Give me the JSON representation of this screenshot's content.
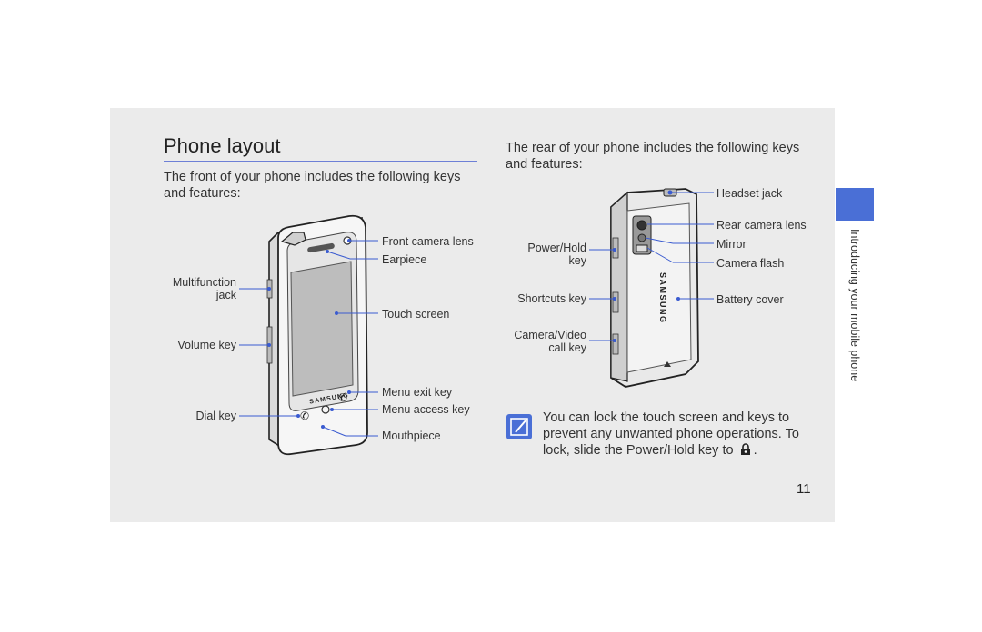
{
  "page": {
    "title": "Phone layout",
    "front_intro": "The front of your phone includes the following keys and features:",
    "rear_intro": "The rear of your phone includes the following keys and features:",
    "section_tab": "Introducing your mobile phone",
    "page_number": "11"
  },
  "front_labels": {
    "front_camera_lens": "Front camera lens",
    "earpiece": "Earpiece",
    "touch_screen": "Touch screen",
    "menu_exit_key": "Menu exit key",
    "menu_access_key": "Menu access key",
    "mouthpiece": "Mouthpiece",
    "multifunction_line1": "Multifunction",
    "multifunction_line2": "jack",
    "volume_key": "Volume key",
    "dial_key": "Dial key"
  },
  "rear_labels": {
    "headset_jack": "Headset jack",
    "rear_camera_lens": "Rear camera lens",
    "mirror": "Mirror",
    "camera_flash": "Camera flash",
    "battery_cover": "Battery cover",
    "power_hold_line1": "Power/Hold",
    "power_hold_line2": "key",
    "shortcuts_key": "Shortcuts key",
    "camera_video_line1": "Camera/Video",
    "camera_video_line2": "call key"
  },
  "brand": {
    "front_logo": "SAMSUNG",
    "rear_logo": "SAMSUNG"
  },
  "note": {
    "text": "You can lock the touch screen and keys to prevent any unwanted phone operations. To lock, slide the Power/Hold key to",
    "trailing": ".",
    "icon": "note-pencil-icon",
    "lock_icon": "padlock-icon"
  },
  "colors": {
    "accent": "#4a6fd6",
    "page_bg": "#ebebeb",
    "callout_line": "#3a5bd0"
  }
}
